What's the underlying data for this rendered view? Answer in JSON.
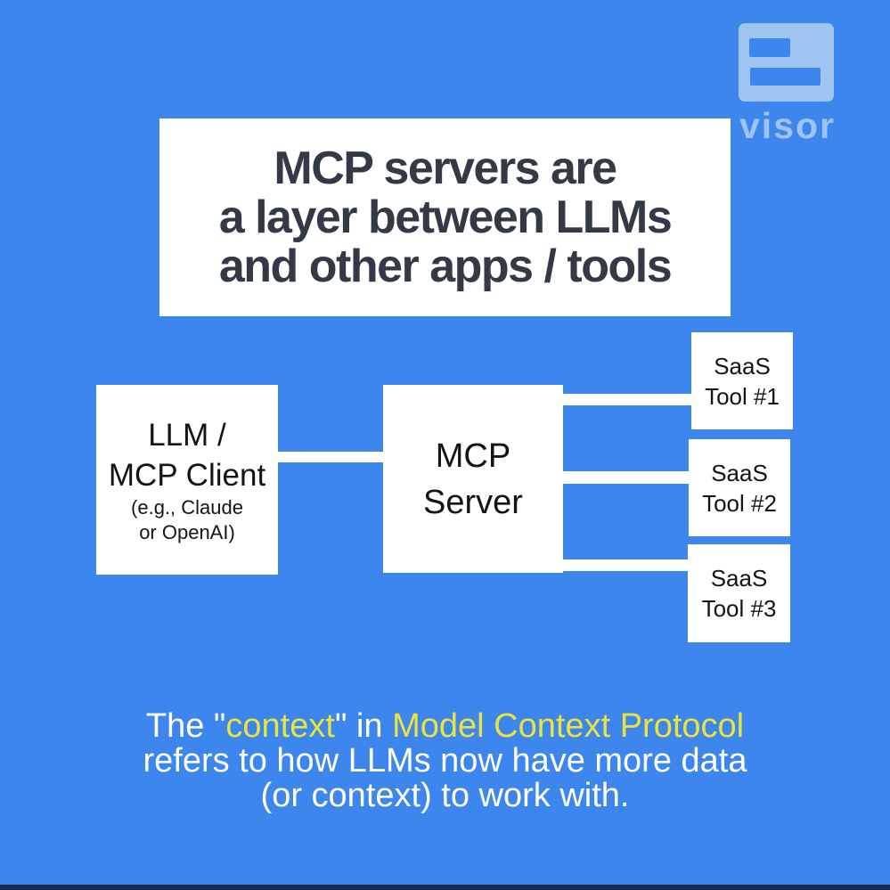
{
  "colors": {
    "background_blue": "#3d86ee",
    "box_background": "#ffffff",
    "title_text": "#333947",
    "node_text": "#141414",
    "caption_white": "#ffffff",
    "caption_yellow": "#e9e33d",
    "logo_light_blue": "#9ec4f1",
    "footer_bar": "#1b2a4e",
    "connector": "#ffffff"
  },
  "logo": {
    "icon": "visor-logo-icon",
    "wordmark": "visor"
  },
  "title": {
    "lines": [
      "MCP servers are",
      "a layer between LLMs",
      "and other apps / tools"
    ]
  },
  "diagram": {
    "client_node": {
      "line1": "LLM /",
      "line2": "MCP Client",
      "sub1": "(e.g., Claude",
      "sub2": "or OpenAI)"
    },
    "server_node": {
      "line1": "MCP",
      "line2": "Server"
    },
    "saas_nodes": [
      {
        "line1": "SaaS",
        "line2": "Tool #1"
      },
      {
        "line1": "SaaS",
        "line2": "Tool #2"
      },
      {
        "line1": "SaaS",
        "line2": "Tool #3"
      }
    ]
  },
  "caption": {
    "segments": [
      {
        "text": "The \"",
        "color": "white"
      },
      {
        "text": "context",
        "color": "yellow"
      },
      {
        "text": "\" in ",
        "color": "white"
      },
      {
        "text": "Model Context Protocol",
        "color": "yellow"
      }
    ],
    "line2": "refers to how LLMs now have more data",
    "line3": "(or context) to work with."
  }
}
